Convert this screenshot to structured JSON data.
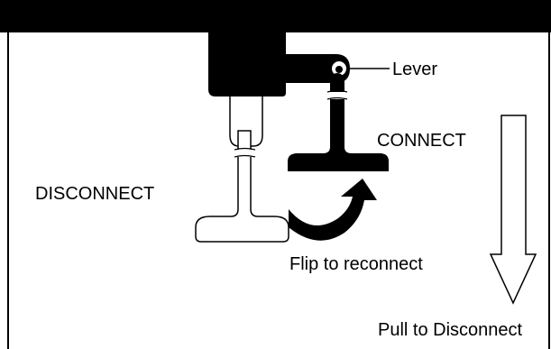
{
  "labels": {
    "lever": "Lever",
    "connect": "CONNECT",
    "disconnect": "DISCONNECT",
    "flip": "Flip to reconnect",
    "pull": "Pull to Disconnect"
  }
}
